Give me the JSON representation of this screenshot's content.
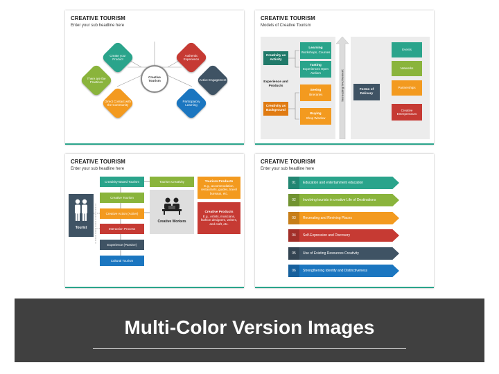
{
  "slides": [
    {
      "title": "CREATIVE TOURISM",
      "subtitle": "Enter your sub headline here",
      "center": "Creative Tourism",
      "nodes": [
        {
          "label": "Create your Product",
          "color": "#2aa48b"
        },
        {
          "label": "There are the Practices",
          "color": "#8ab43c"
        },
        {
          "label": "Direct Contact with the Community",
          "color": "#f39a1f"
        },
        {
          "label": "Authentic Experience",
          "color": "#c63a33"
        },
        {
          "label": "Active Engagement",
          "color": "#3f5364"
        },
        {
          "label": "Participatory Learning",
          "color": "#1b76c0"
        }
      ]
    },
    {
      "title": "CREATIVE TOURISM",
      "subtitle": "Models of Creative Tourism",
      "activity": "Creativity as Activity",
      "background": "Creativity as Background",
      "experience": "Experience and Products",
      "learning_title": "Learning",
      "learning_sub": "Workshops, Courses",
      "tasting_title": "Tasting",
      "tasting_sub": "Experiences Open Ateliers",
      "seeing_title": "Seeing",
      "seeing_sub": "Itineraries",
      "buying_title": "Buying",
      "buying_sub": "Shop Window",
      "arrow_label": "Increasing Involvement",
      "forms": "Forms of Delivery",
      "events": "Events",
      "networks": "Networks",
      "partnerships": "Partnerships",
      "entrepreneurs": "Creative Entrepreneurs"
    },
    {
      "title": "CREATIVE TOURISM",
      "subtitle": "Enter your sub headline here",
      "tourist": "Tourist",
      "stack": [
        {
          "label": "Creativity-Based Tourism",
          "color": "#2aa48b"
        },
        {
          "label": "Creative Tourism",
          "color": "#8ab43c"
        },
        {
          "label": "Creative Action (Active)",
          "color": "#f39a1f"
        },
        {
          "label": "Interaction Process",
          "color": "#c63a33"
        },
        {
          "label": "Experience (Passive)",
          "color": "#3f5364"
        },
        {
          "label": "Cultural Tourism",
          "color": "#1b76c0"
        }
      ],
      "tourism_creativity": "Tourism Creativity",
      "creative_workers": "Creative Workers",
      "tourism_products_title": "Tourism Products",
      "tourism_products_body": "E.g., accommodation, restaurants, guides, travel bureaus, etc.",
      "creative_products_title": "Creative Products",
      "creative_products_body": "E.g., Artists, musicians, fashion designers, writers, and craft, etc."
    },
    {
      "title": "CREATIVE TOURISM",
      "subtitle": "Enter your sub headline here",
      "rows": [
        {
          "num": "01",
          "label": "Education and entertainment education",
          "color": "#2aa48b"
        },
        {
          "num": "02",
          "label": "Involving tourists in creative Life of Destinations",
          "color": "#8ab43c"
        },
        {
          "num": "03",
          "label": "Recreating and Reviving Places",
          "color": "#f39a1f"
        },
        {
          "num": "04",
          "label": "Self-Expression and Discovery",
          "color": "#c63a33"
        },
        {
          "num": "05",
          "label": "Use of Existing Resources Creativity",
          "color": "#3f5364"
        },
        {
          "num": "06",
          "label": "Strengthening Identify and Distinctiveness",
          "color": "#1b76c0"
        }
      ]
    }
  ],
  "banner": {
    "title": "Multi-Color Version Images"
  }
}
